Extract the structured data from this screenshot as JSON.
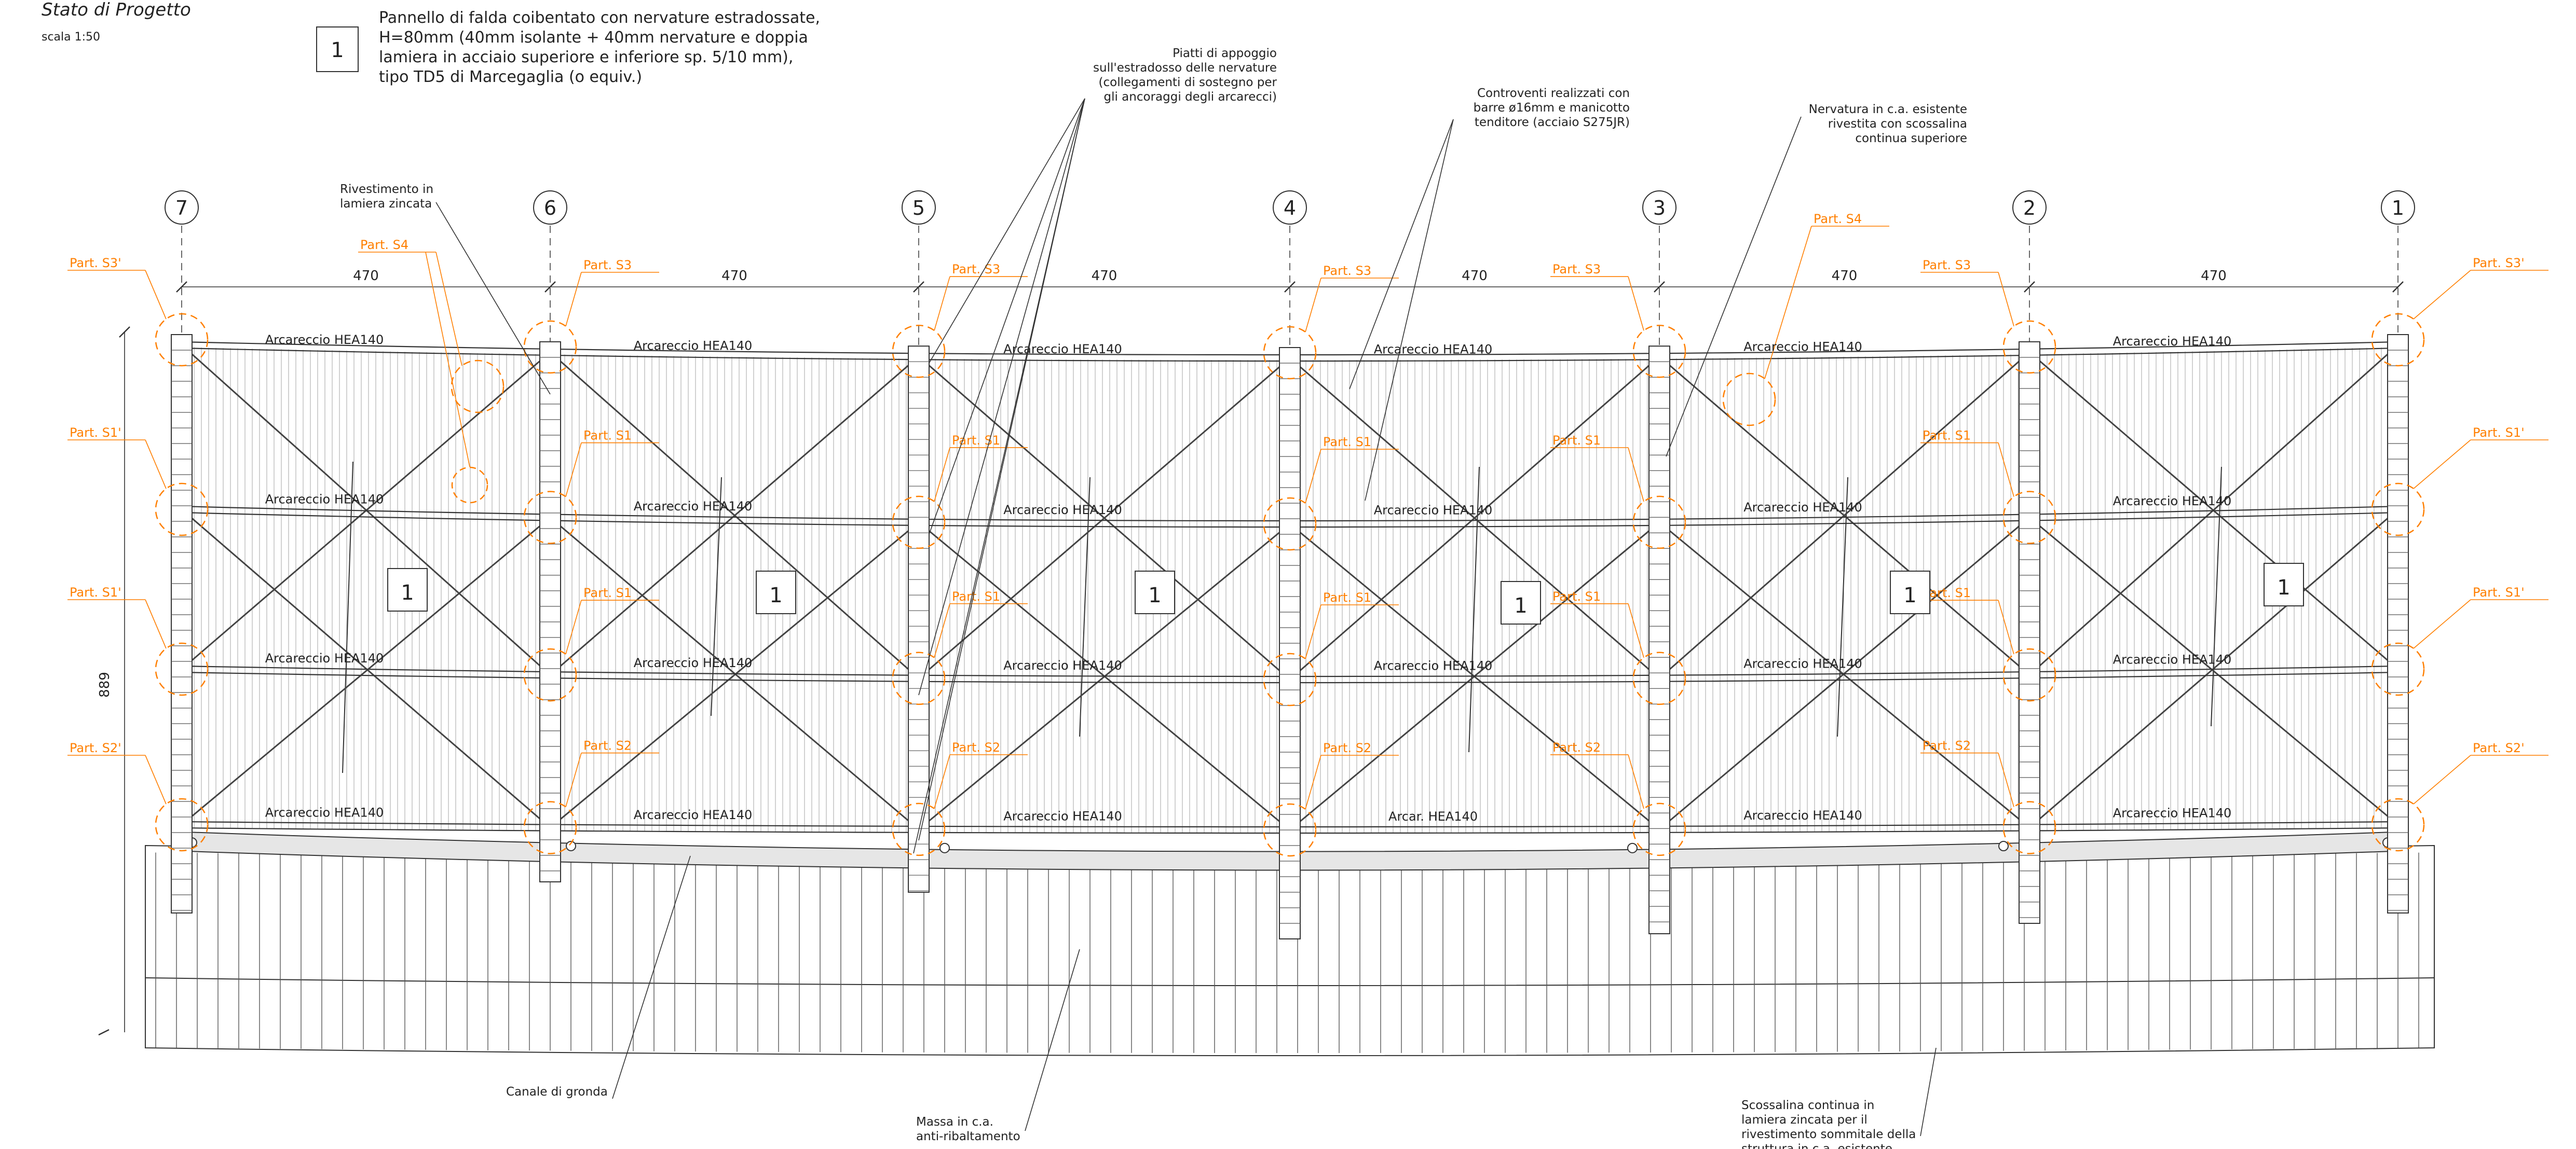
{
  "title": "Stato di Progetto",
  "scale": "scala 1:50",
  "legend": {
    "tag": "1",
    "lines": [
      "Pannello di falda coibentato con nervature estradossate,",
      "H=80mm (40mm isolante + 40mm nervature e doppia",
      "lamiera in acciaio superiore e inferiore sp. 5/10 mm),",
      "tipo TD5 di Marcegaglia (o equiv.)"
    ]
  },
  "grid_labels": [
    "7",
    "6",
    "5",
    "4",
    "3",
    "2",
    "1"
  ],
  "spans": [
    "470",
    "470",
    "470",
    "470",
    "470",
    "470"
  ],
  "height_dim": "889",
  "panel_tag": "1",
  "callouts": {
    "piatti": [
      "Piatti di appoggio",
      "sull'estradosso delle nervature",
      "(collegamenti di sostegno per",
      "gli ancoraggi degli arcarecci)"
    ],
    "controventi": [
      "Controventi realizzati con",
      "barre ø16mm e manicotto",
      "tenditore (acciaio S275JR)"
    ],
    "nervatura": [
      "Nervatura in c.a. esistente",
      "rivestita con scossalina",
      "continua superiore"
    ],
    "rivestimento": [
      "Rivestimento in",
      "lamiera zincata"
    ],
    "canale": [
      "Canale di gronda"
    ],
    "massa": [
      "Massa in c.a.",
      "anti-ribaltamento"
    ],
    "scossalina": [
      "Scossalina continua in",
      "lamiera zincata per il",
      "rivestimento sommitale della",
      "struttura in c.a. esistente"
    ]
  },
  "purlin_labels": {
    "row1": [
      "Arcareccio HEA140",
      "Arcareccio HEA140",
      "Arcareccio HEA140",
      "Arcareccio HEA140",
      "Arcareccio HEA140",
      "Arcareccio HEA140"
    ],
    "row2": [
      "Arcareccio HEA140",
      "Arcareccio HEA140",
      "Arcareccio HEA140",
      "Arcareccio HEA140",
      "Arcareccio HEA140",
      "Arcareccio HEA140"
    ],
    "row3": [
      "Arcareccio HEA140",
      "Arcareccio HEA140",
      "Arcareccio HEA140",
      "Arcareccio HEA140",
      "Arcareccio HEA140",
      "Arcareccio HEA140"
    ],
    "row4": [
      "Arcareccio HEA140",
      "Arcareccio HEA140",
      "Arcareccio HEA140",
      "Arcar. HEA140",
      "Arcareccio HEA140",
      "Arcareccio HEA140"
    ]
  },
  "detail_labels": {
    "top": [
      "Part. S3'",
      "Part. S3",
      "Part. S3",
      "Part. S3",
      "Part. S3",
      "Part. S3",
      "Part. S3'"
    ],
    "s4": [
      "Part. S4",
      "Part. S4"
    ],
    "row2": [
      "Part. S1'",
      "Part. S1",
      "Part. S1",
      "Part. S1",
      "Part. S1",
      "Part. S1",
      "Part. S1'"
    ],
    "row3": [
      "Part. S1'",
      "Part. S1",
      "Part. S1",
      "Part. S1",
      "Part. S1",
      "Part. S1",
      "Part. S1'"
    ],
    "row4": [
      "Part. S2'",
      "Part. S2",
      "Part. S2",
      "Part. S2",
      "Part. S2",
      "Part. S2",
      "Part. S2'"
    ]
  },
  "colors": {
    "detail": "#ff7f00",
    "ink": "#333333",
    "light": "#888888",
    "gutter": "#e6e6e6"
  }
}
